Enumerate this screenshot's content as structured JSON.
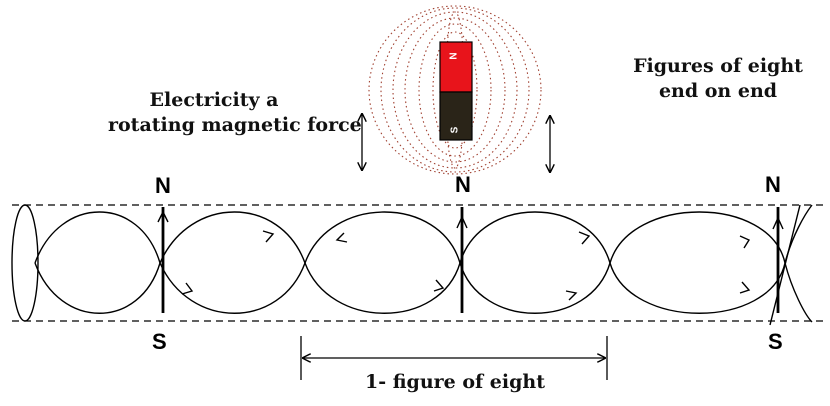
{
  "captions": {
    "left_line1": "Electricity a",
    "left_line2": "rotating magnetic force",
    "right_line1": "Figures of eight",
    "right_line2": "end on end",
    "bottom": "1- figure of eight"
  },
  "poles": {
    "north": "N",
    "south": "S"
  },
  "magnet": {
    "north_letter": "N",
    "south_letter": "S",
    "north_color": "#e8141b",
    "south_color": "#2a2418",
    "field_line_color": "#a04030"
  }
}
